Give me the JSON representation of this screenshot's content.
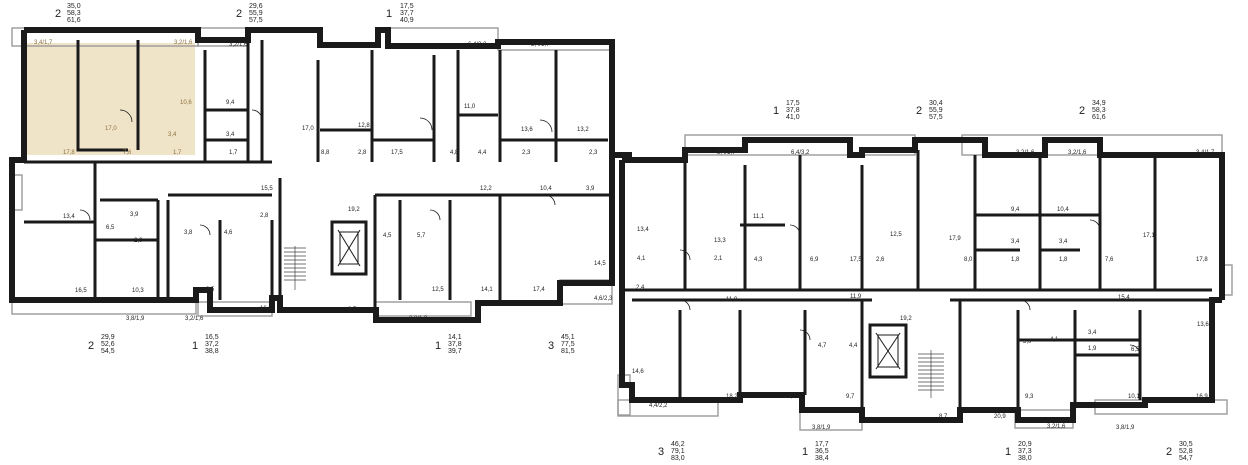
{
  "apartments": [
    {
      "id": "a1",
      "rooms": "2",
      "areas": [
        "35,0",
        "58,3",
        "61,6"
      ],
      "highlighted": true
    },
    {
      "id": "a2",
      "rooms": "2",
      "areas": [
        "29,6",
        "55,9",
        "57,5"
      ]
    },
    {
      "id": "a3",
      "rooms": "1",
      "areas": [
        "17,5",
        "37,7",
        "40,9"
      ]
    },
    {
      "id": "a4",
      "rooms": "2",
      "areas": [
        "29,9",
        "52,6",
        "54,5"
      ]
    },
    {
      "id": "a5",
      "rooms": "1",
      "areas": [
        "16,5",
        "37,2",
        "38,8"
      ]
    },
    {
      "id": "a6",
      "rooms": "1",
      "areas": [
        "14,1",
        "37,8",
        "39,7"
      ]
    },
    {
      "id": "a7",
      "rooms": "3",
      "areas": [
        "45,1",
        "77,5",
        "81,5"
      ]
    },
    {
      "id": "a8",
      "rooms": "1",
      "areas": [
        "17,5",
        "37,8",
        "41,0"
      ]
    },
    {
      "id": "a9",
      "rooms": "2",
      "areas": [
        "30,4",
        "55,9",
        "57,5"
      ]
    },
    {
      "id": "a10",
      "rooms": "2",
      "areas": [
        "34,9",
        "58,3",
        "61,6"
      ]
    },
    {
      "id": "a11",
      "rooms": "3",
      "areas": [
        "46,2",
        "79,1",
        "83,0"
      ]
    },
    {
      "id": "a12",
      "rooms": "1",
      "areas": [
        "17,7",
        "36,5",
        "38,4"
      ]
    },
    {
      "id": "a13",
      "rooms": "1",
      "areas": [
        "20,9",
        "37,3",
        "38,0"
      ]
    },
    {
      "id": "a14",
      "rooms": "2",
      "areas": [
        "30,5",
        "52,8",
        "54,7"
      ]
    }
  ],
  "room_labels": [
    "3,4/1,7",
    "3,2/1,6",
    "10,6",
    "17,0",
    "3,4",
    "17,8",
    "7,6",
    "1,7",
    "3,2/1,6",
    "9,4",
    "3,4",
    "1,7",
    "17,0",
    "12,8",
    "8,8",
    "2,8",
    "6,4/3,2",
    "11,0",
    "17,5",
    "4,8",
    "4,4",
    "3,4/1,7",
    "13,6",
    "13,2",
    "2,3",
    "2,3",
    "13,4",
    "6,5",
    "3,9",
    "2,0",
    "16,5",
    "10,3",
    "3,8/1,9",
    "3,8",
    "4,6",
    "2,8",
    "9,5",
    "16,5",
    "3,2/1,6",
    "15,5",
    "19,2",
    "8,7",
    "4,5",
    "5,7",
    "12,5",
    "14,1",
    "3,8/1,9",
    "12,2",
    "10,4",
    "3,9",
    "14,5",
    "17,4",
    "4,6/2,3",
    "3,4/1,7",
    "6,4/3,2",
    "3,2/1,6",
    "3,2/1,6",
    "3,4/1,7",
    "13,4",
    "13,3",
    "4,1",
    "2,1",
    "11,1",
    "4,3",
    "6,9",
    "17,5",
    "12,5",
    "2,6",
    "17,9",
    "9,4",
    "3,4",
    "1,8",
    "8,0",
    "10,4",
    "3,4",
    "1,8",
    "7,6",
    "17,1",
    "17,8",
    "2,4",
    "11,0",
    "11,9",
    "15,4",
    "14,6",
    "18,2",
    "4,4/2,2",
    "4,7",
    "4,4",
    "17,7",
    "9,7",
    "3,8/1,9",
    "19,2",
    "8,7",
    "3,0",
    "4,1",
    "9,3",
    "20,9",
    "3,2/1,6",
    "3,4",
    "1,9",
    "6,5",
    "13,6",
    "10,1",
    "16,9",
    "3,8/1,9"
  ],
  "colors": {
    "highlight": "#f0e4c8",
    "wall": "#1a1a1a",
    "balcony": "#9a9a9a"
  }
}
